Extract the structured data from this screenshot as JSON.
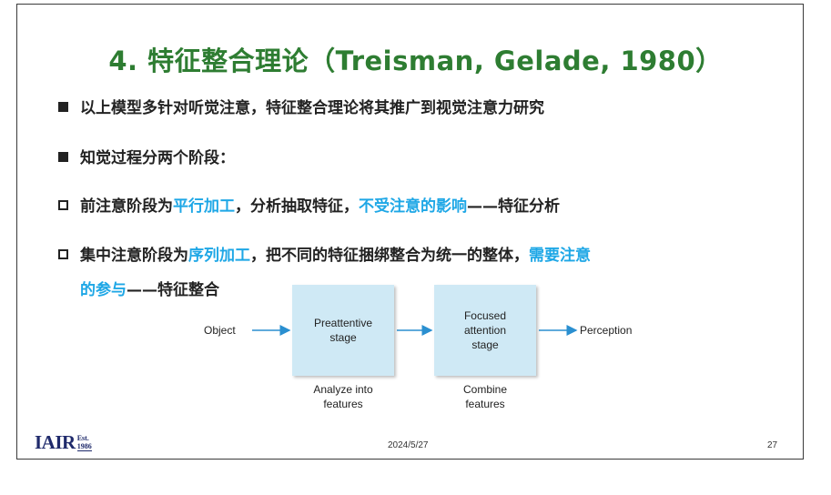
{
  "title": "4. 特征整合理论（Treisman, Gelade, 1980）",
  "points": [
    {
      "text": "以上模型多针对听觉注意，特征整合理论将其推广到视觉注意力研究"
    },
    {
      "text": "知觉过程分两个阶段："
    },
    {
      "a": "前注意阶段为",
      "b": "平行加工",
      "c": "，分析抽取特征，",
      "d": "不受注意的影响",
      "e": "——特征分析"
    },
    {
      "a": "集中注意阶段为",
      "b": "序列加工",
      "c": "，把不同的特征捆绑整合为统一的整体，",
      "d": "需要注意",
      "d2": "的参与",
      "e": "——特征整合"
    }
  ],
  "diagram": {
    "object_label": "Object",
    "box1": "Preattentive\nstage",
    "box2": "Focused\nattention\nstage",
    "perception_label": "Perception",
    "caption1": "Analyze into\nfeatures",
    "caption2": "Combine\nfeatures"
  },
  "footer": {
    "logo_main": "IAIR",
    "logo_est": "Est.",
    "logo_year": "1986",
    "date": "2024/5/27",
    "page": "27"
  },
  "colors": {
    "title": "#2e7d32",
    "highlight": "#1ea7e6",
    "box_fill": "#cfe9f5",
    "arrow": "#2a8fd0"
  }
}
